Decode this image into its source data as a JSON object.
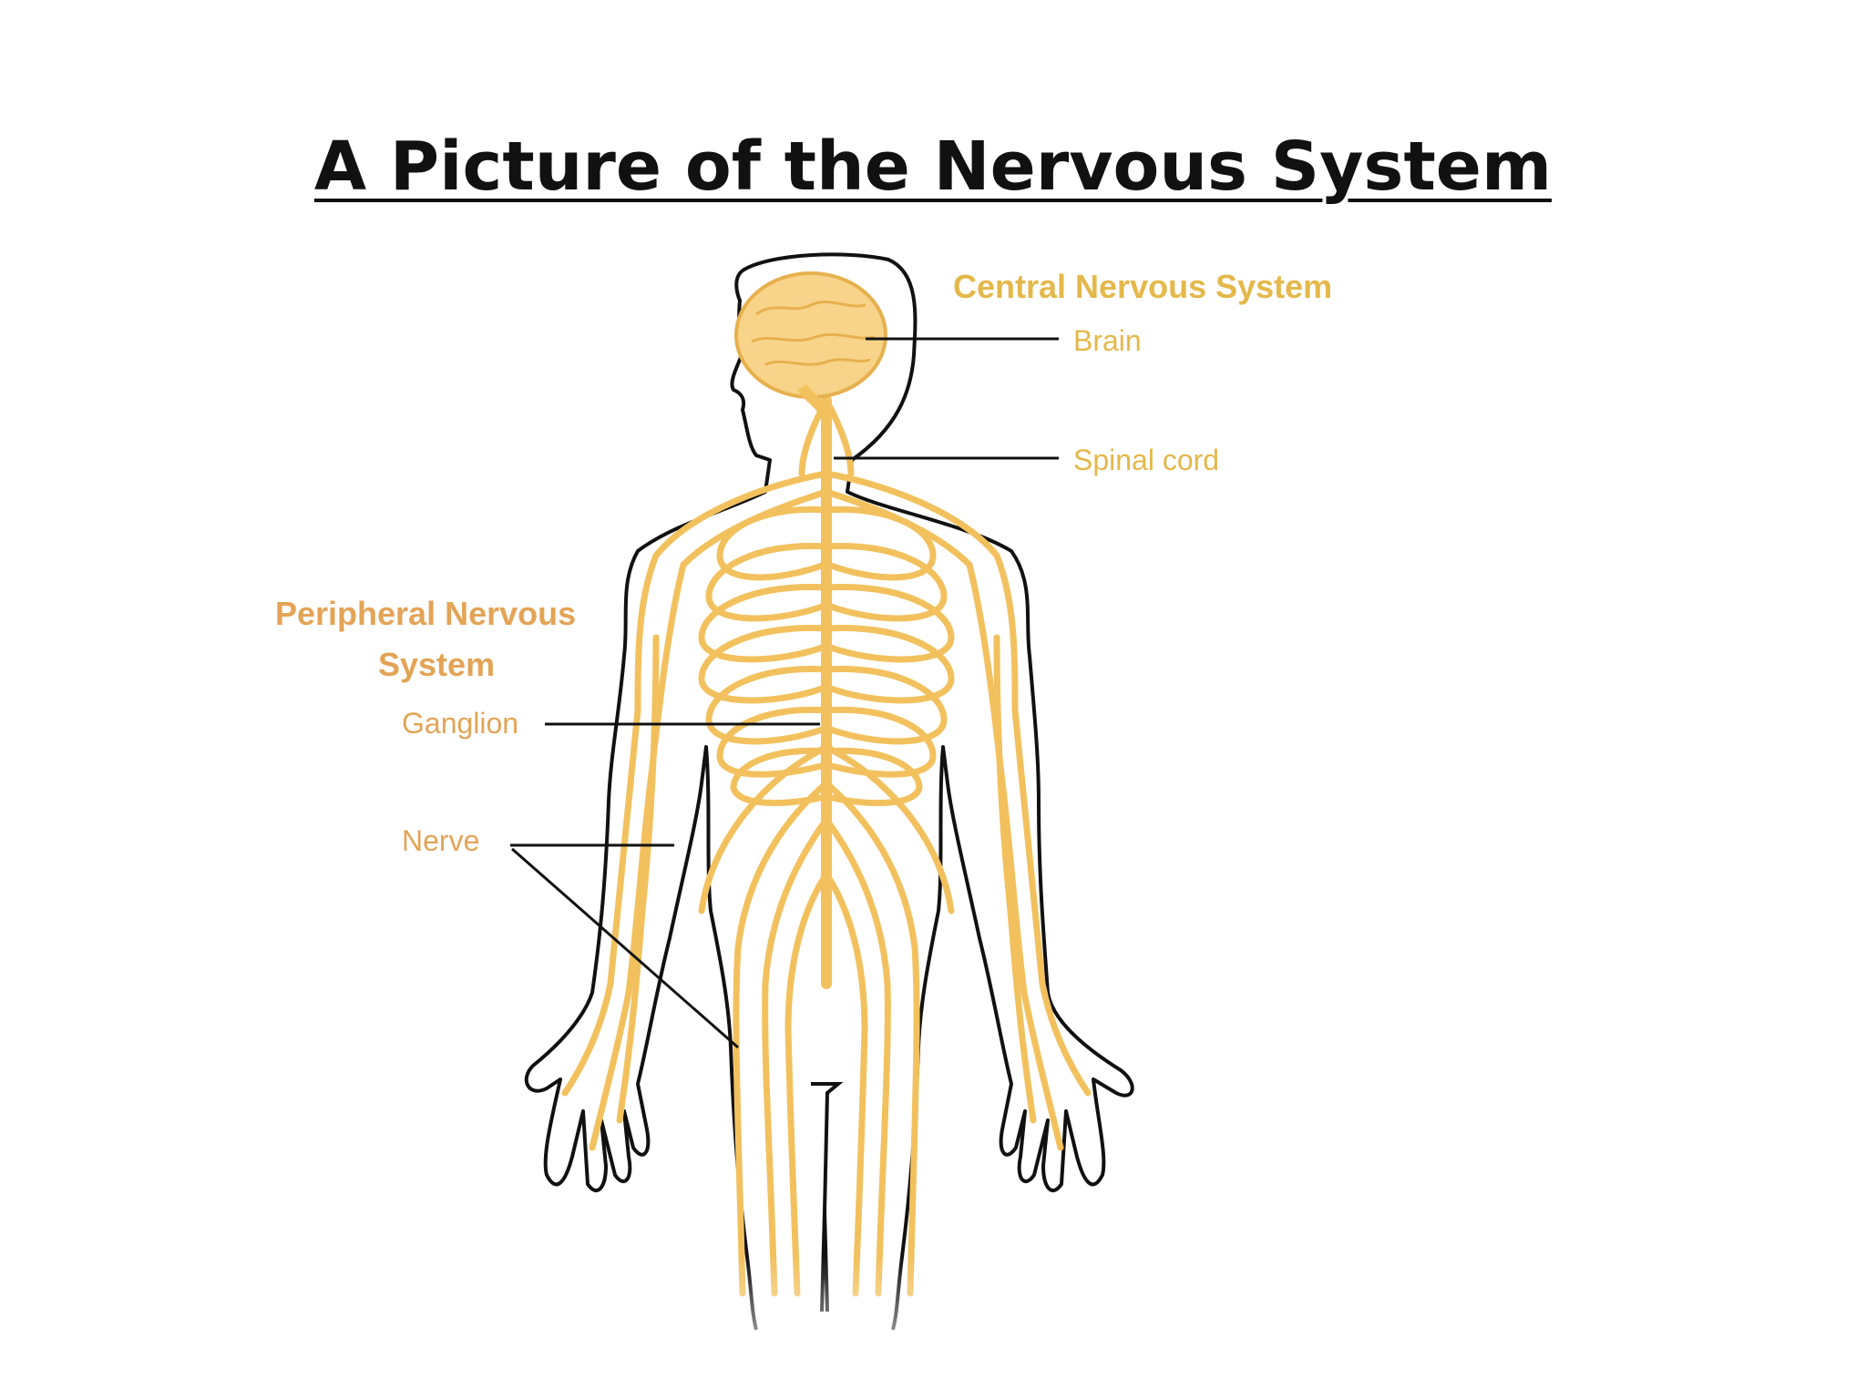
{
  "title": "A Picture of the Nervous System",
  "labels": {
    "cns_heading": "Central Nervous System",
    "brain": "Brain",
    "spinal_cord": "Spinal cord",
    "pns_heading_line1": "Peripheral Nervous",
    "pns_heading_line2": "System",
    "ganglion": "Ganglion",
    "nerve": "Nerve"
  },
  "colors": {
    "cns_label": "#e4b84a",
    "pns_label": "#e3a456",
    "nerve": "#f2c15e",
    "brain_fill": "#f7d489",
    "outline": "#111111",
    "leader_line": "#111111"
  }
}
